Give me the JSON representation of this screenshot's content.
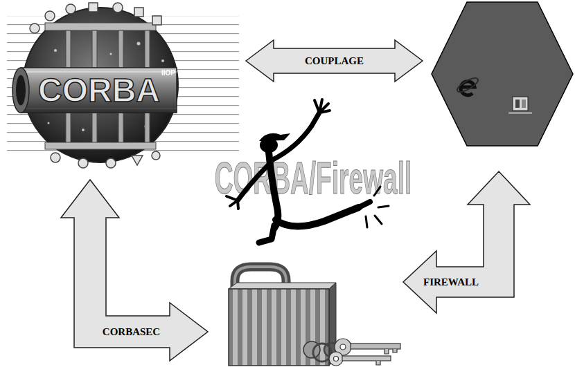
{
  "diagram": {
    "nodes": [
      {
        "text": [
          "CORBA",
          "IIOP"
        ]
      },
      {
        "text": []
      },
      {
        "text": []
      }
    ],
    "edges": [
      {
        "from": 0,
        "to": 1,
        "arrow": "both",
        "label": "COUPLAGE"
      },
      {
        "from": 0,
        "to": 2,
        "arrow": "both",
        "label": "CORBASEC"
      },
      {
        "from": 1,
        "to": 2,
        "arrow": "both",
        "label": "FIREWALL"
      }
    ],
    "labels": [
      "CORBA/Firewall"
    ]
  }
}
